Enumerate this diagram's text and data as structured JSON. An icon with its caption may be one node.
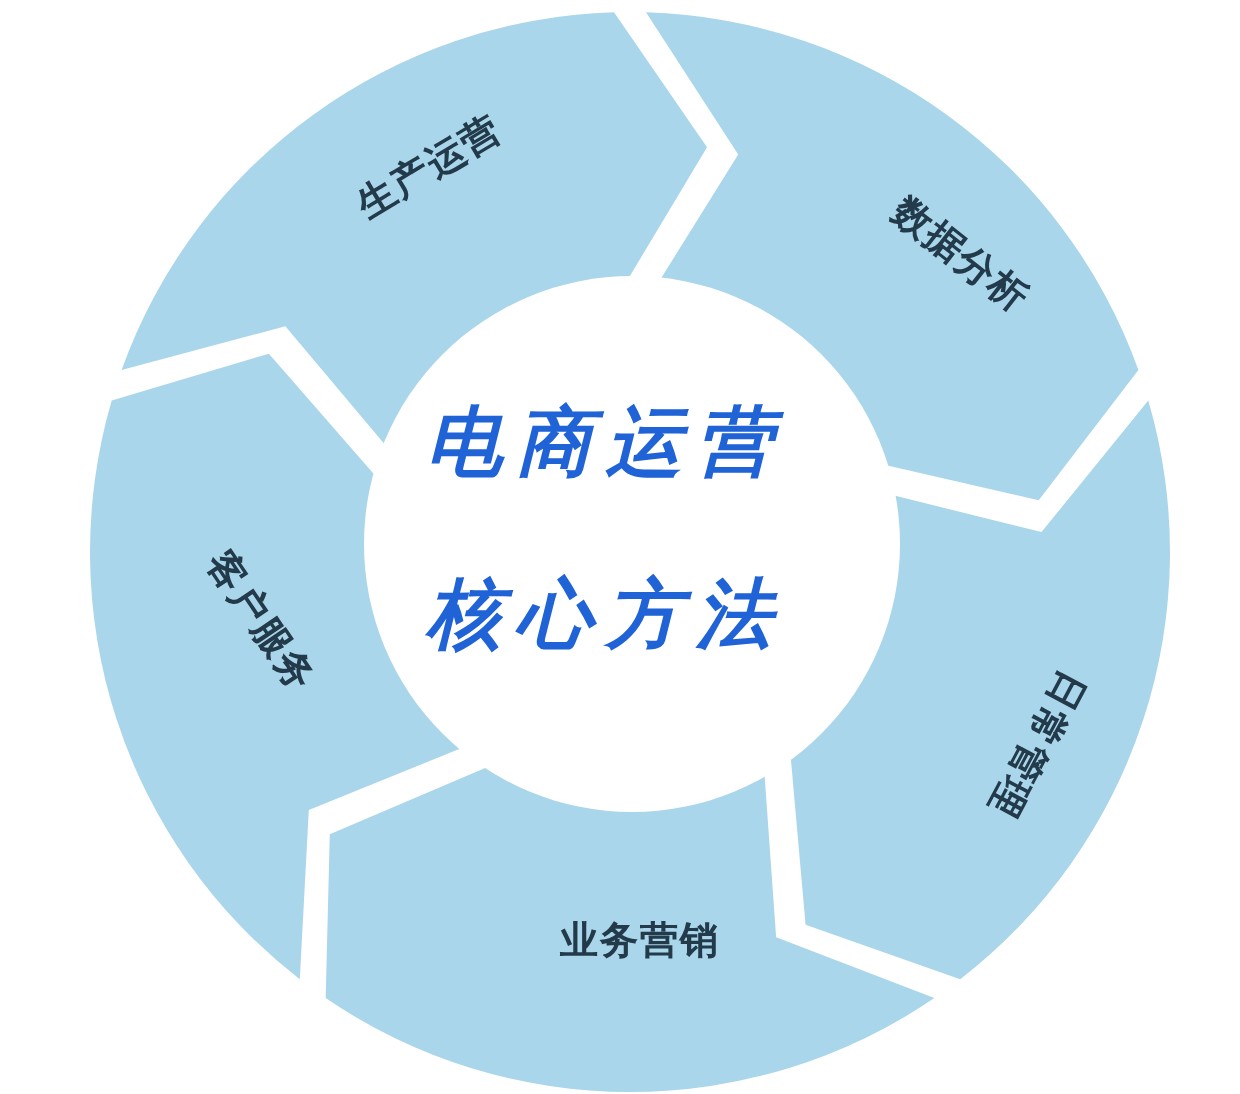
{
  "diagram": {
    "nodes": [
      {
        "text": [
          "生产运营"
        ]
      },
      {
        "text": [
          "数据分析"
        ]
      },
      {
        "text": [
          "日常管理"
        ]
      },
      {
        "text": [
          "业务营销"
        ]
      },
      {
        "text": [
          "客户服务"
        ]
      },
      {
        "text": [
          "电商运营核心方法"
        ]
      }
    ]
  }
}
